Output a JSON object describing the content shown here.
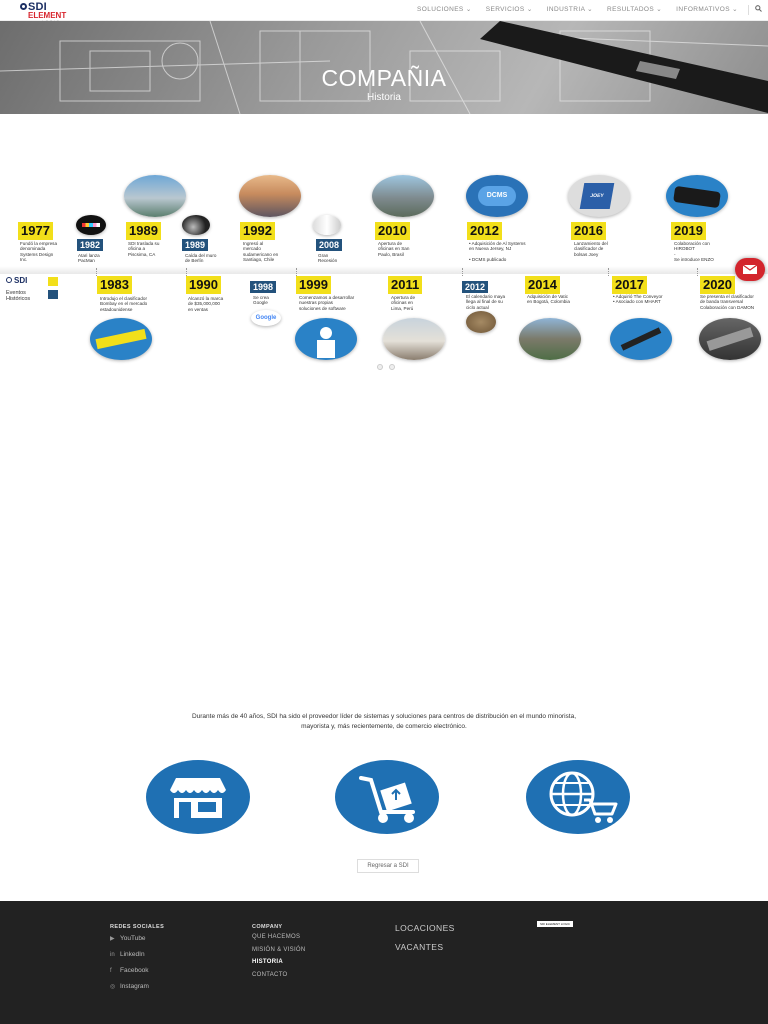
{
  "brand": {
    "line1": "SDI",
    "line2": "ELEMENT",
    "line3": "LOGIC"
  },
  "nav": [
    "SOLUCIONES ⌄",
    "SERVICIOS ⌄",
    "INDUSTRIA ⌄",
    "RESULTADOS ⌄",
    "INFORMATIVOS ⌄"
  ],
  "hero": {
    "title": "COMPAÑIA",
    "subtitle": "Historia"
  },
  "legend": {
    "brand": "SDI",
    "label": "Eventos\nHistóricos",
    "colors": {
      "yellow": "#f2df1a",
      "blue": "#23527c"
    }
  },
  "timeline_top": [
    {
      "year": "1977",
      "text": "Fundó la empresa\ndenominada\nSystems Design\nInc."
    },
    {
      "year": "1982",
      "text": "Atari lanza\nPacMan"
    },
    {
      "year": "1989",
      "text": "SDI traslada su\noficina a\nPiscsima, CA"
    },
    {
      "year": "1989",
      "text": "Caída del muro\nde Berlín"
    },
    {
      "year": "1992",
      "text": "Ingresó al\nmercado\nsudamericano en\nSantiago, Chile"
    },
    {
      "year": "2008",
      "text": "Gran\nRecesión"
    },
    {
      "year": "2010",
      "text": "Apertura de\noficinas en San\nPaulo, Brasil"
    },
    {
      "year": "2012",
      "text": "• Adquisición de Al Systems\nen Nueva Jersey, NJ\n\n• DCMS publicado"
    },
    {
      "year": "2016",
      "text": "Lanzamiento del\nclasificador de\nbolsas Joey"
    },
    {
      "year": "2019",
      "text": "Colaboración con\nHIROBOT\n-\nSe introduce ENZO"
    }
  ],
  "timeline_bottom": [
    {
      "year": "1983",
      "text": "Introdujo el clasificador\nBombay en el mercado\nestadounidense"
    },
    {
      "year": "1990",
      "text": "Alcanzó la marca\nde $35,000,000\nen ventas"
    },
    {
      "year": "1998",
      "text": "Se crea\nGoogle"
    },
    {
      "year": "1999",
      "text": "Comenzamos a desarrollar\nnuestras propias\nsoluciones de software"
    },
    {
      "year": "2011",
      "text": "Apertura de\noficinas en\nLima, Perú"
    },
    {
      "year": "2012",
      "text": "El calendario maya\nllega al final de su\nciclo actual"
    },
    {
      "year": "2014",
      "text": "Adquisición de Vatic\nen Bogotá, Colombia"
    },
    {
      "year": "2017",
      "text": "• Adquirió The Conveyor\n• Asociado con MHART"
    },
    {
      "year": "2020",
      "text": "Se presenta el clasificador\nde banda transversal\nColaboración con DAMON"
    }
  ],
  "google_label": "Google",
  "dcms_label": "DCMS",
  "joey_label": "JOEY",
  "intro": "Durante más de 40 años, SDI ha sido el proveedor líder de sistemas y soluciones para centros de distribución en el mundo minorista, mayorista y, más recientemente, de comercio electrónico.",
  "features": [
    "store-icon",
    "hand-truck-icon",
    "ecommerce-globe-icon"
  ],
  "feature_color": "#1f70b3",
  "back_button": "Regresar a SDI",
  "footer": {
    "social_title": "REDES SOCIALES",
    "social": [
      {
        "icon": "youtube-icon",
        "glyph": "▶",
        "label": "YouTube"
      },
      {
        "icon": "linkedin-icon",
        "glyph": "in",
        "label": "LinkedIn"
      },
      {
        "icon": "facebook-icon",
        "glyph": "f",
        "label": "Facebook"
      },
      {
        "icon": "instagram-icon",
        "glyph": "◎",
        "label": "Instagram"
      }
    ],
    "company_title": "COMPANY",
    "company": [
      "QUE HACEMOS",
      "MISIÓN & VISIÓN",
      "HISTORIA",
      "CONTACTO"
    ],
    "locations": "LOCACIONES",
    "vacancies": "VACANTES",
    "badge": "SDI ELEMENT LOGIC"
  }
}
